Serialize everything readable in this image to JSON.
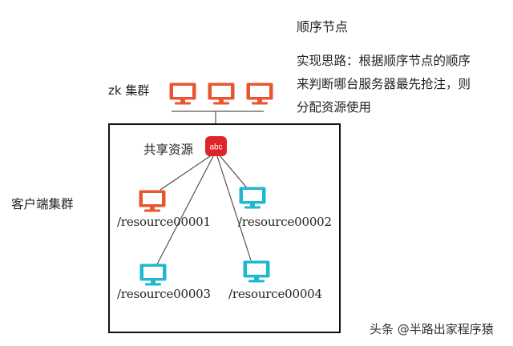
{
  "title": "顺序节点",
  "description_lines": [
    "实现思路：根据顺序节点的顺序",
    "来判断哪台服务器最先抢注，则",
    "分配资源使用"
  ],
  "zk_label": "zk 集群",
  "client_label": "客户端集群",
  "shared_resource": {
    "label": "共享资源",
    "icon_text": "abc",
    "icon_color": "#e0242c"
  },
  "resources": [
    {
      "label": "/resource00001",
      "color": "#e8552f"
    },
    {
      "label": "/resource00002",
      "color": "#1fb8cf"
    },
    {
      "label": "/resource00003",
      "color": "#1fb8cf"
    },
    {
      "label": "/resource00004",
      "color": "#1fb8cf"
    }
  ],
  "zk_monitor_color": "#e8552f",
  "watermark": "头条 @半路出家程序猿"
}
